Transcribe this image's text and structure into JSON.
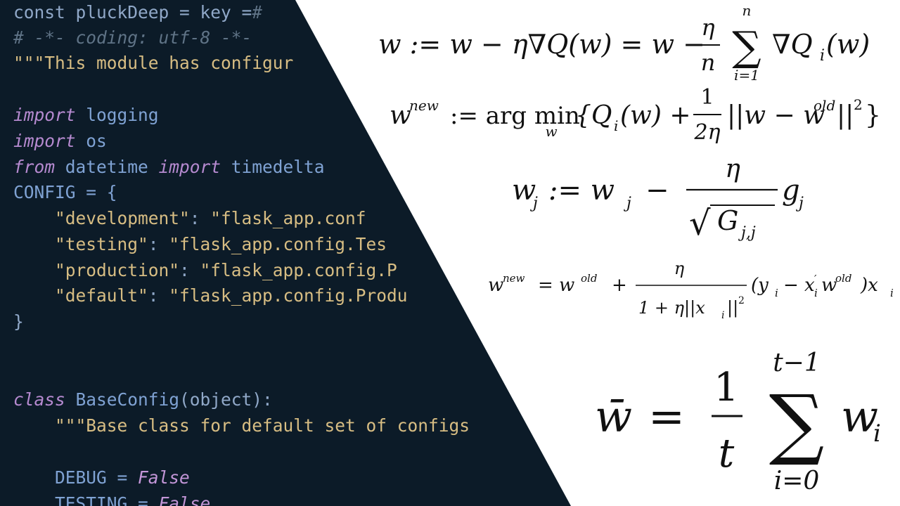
{
  "code": {
    "lines": [
      [
        {
          "t": "const pluckDeep = key =",
          "c": "default"
        },
        {
          "t": "#",
          "c": "comment"
        }
      ],
      [
        {
          "t": "# -*- coding: utf-8 -*-",
          "c": "comment"
        }
      ],
      [
        {
          "t": "\"\"\"This module has configur",
          "c": "string"
        }
      ],
      [],
      [
        {
          "t": "import",
          "c": "keyword"
        },
        {
          "t": " logging",
          "c": "name"
        }
      ],
      [
        {
          "t": "import",
          "c": "keyword"
        },
        {
          "t": " os",
          "c": "name"
        }
      ],
      [
        {
          "t": "from",
          "c": "keyword"
        },
        {
          "t": " datetime ",
          "c": "name"
        },
        {
          "t": "import",
          "c": "keyword"
        },
        {
          "t": " timedelta",
          "c": "name"
        }
      ],
      [
        {
          "t": "CONFIG = {",
          "c": "name"
        }
      ],
      [
        {
          "t": "    \"development\"",
          "c": "string"
        },
        {
          "t": ": ",
          "c": "default"
        },
        {
          "t": "\"flask_app.conf",
          "c": "string"
        }
      ],
      [
        {
          "t": "    \"testing\"",
          "c": "string"
        },
        {
          "t": ": ",
          "c": "default"
        },
        {
          "t": "\"flask_app.config.Tes",
          "c": "string"
        }
      ],
      [
        {
          "t": "    \"production\"",
          "c": "string"
        },
        {
          "t": ": ",
          "c": "default"
        },
        {
          "t": "\"flask_app.config.P",
          "c": "string"
        }
      ],
      [
        {
          "t": "    \"default\"",
          "c": "string"
        },
        {
          "t": ": ",
          "c": "default"
        },
        {
          "t": "\"flask_app.config.Produ",
          "c": "string"
        }
      ],
      [
        {
          "t": "}",
          "c": "default"
        }
      ],
      [],
      [],
      [
        {
          "t": "class",
          "c": "keyword"
        },
        {
          "t": " BaseConfig",
          "c": "name"
        },
        {
          "t": "(object):",
          "c": "default"
        }
      ],
      [
        {
          "t": "    \"\"\"Base class for default set of configs",
          "c": "string"
        }
      ],
      [],
      [
        {
          "t": "    DEBUG = ",
          "c": "name"
        },
        {
          "t": "False",
          "c": "bool"
        }
      ],
      [
        {
          "t": "    TESTING = ",
          "c": "name"
        },
        {
          "t": "False",
          "c": "bool"
        }
      ]
    ]
  },
  "formulas": {
    "f1": {
      "lhs": "w := w − η∇Q(w) = w −",
      "frac_num": "η",
      "frac_den": "n",
      "sum_sym": "∑",
      "sum_upper": "n",
      "sum_lower": "i=1",
      "tail": "∇Q",
      "tail_sub": "i",
      "tail_end": "(w)"
    },
    "f2": {
      "w": "w",
      "sup_new": "new",
      "op": ":= arg min",
      "min_sub": "w",
      "open": "{Q",
      "q_sub": "i",
      "q_arg": "(w) +",
      "frac_num": "1",
      "frac_den": "2η",
      "norm": "||w − w",
      "sup_old": "old",
      "norm_end": "||",
      "sq": "2",
      "close": "}"
    },
    "f3": {
      "w": "w",
      "sub_j": "j",
      "op": ":= w",
      "sub_j2": "j",
      "minus": "−",
      "frac_num": "η",
      "sqrt_sym": "√",
      "g_cap": "G",
      "g_sub": "j,j",
      "g": "g",
      "g_sub2": "j"
    },
    "f4": {
      "w": "w",
      "sup_new": "new",
      "eq": "= w",
      "sup_old": "old",
      "plus": "+",
      "frac_num": "η",
      "frac_den": "1 + η||x",
      "den_sub": "i",
      "den_end": "||",
      "den_sq": "2",
      "paren": "(y",
      "y_sub": "i",
      "minus": "− x",
      "x_sup": "′",
      "x_sub": "i",
      "w2": "w",
      "sup_old2": "old",
      "close": ")x",
      "last_sub": "i"
    },
    "f5": {
      "wbar": "w̄",
      "eq": "=",
      "frac_num": "1",
      "frac_den": "t",
      "sum_sym": "∑",
      "sum_upper": "t−1",
      "sum_lower": "i=0",
      "w": "w",
      "w_sub": "i"
    }
  }
}
